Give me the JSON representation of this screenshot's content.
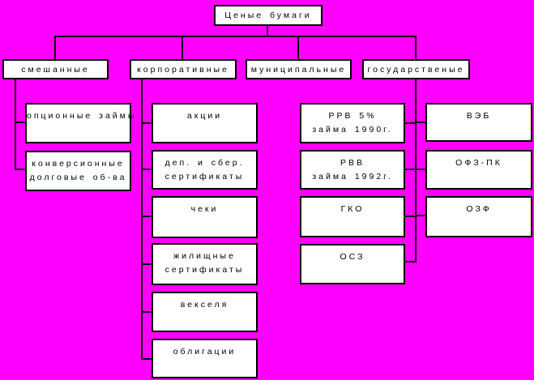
{
  "colors": {
    "background": "#FF00FF",
    "box_fill": "#FFFFFF",
    "line": "#000000",
    "text": "#000000"
  },
  "tree": {
    "root": {
      "label": "Ценые бумаги"
    },
    "branches": [
      {
        "label": "смешанные",
        "children": [
          {
            "lines": [
              "опционные займы"
            ]
          },
          {
            "lines": [
              "конверсионные",
              "долговые об-ва"
            ]
          }
        ]
      },
      {
        "label": "корпоративные",
        "children": [
          {
            "lines": [
              "акции"
            ]
          },
          {
            "lines": [
              "деп. и сбер.",
              "сертификаты"
            ]
          },
          {
            "lines": [
              "чеки"
            ]
          },
          {
            "lines": [
              "жилищные",
              "сертификаты"
            ]
          },
          {
            "lines": [
              "векселя"
            ]
          },
          {
            "lines": [
              "облигации"
            ]
          }
        ]
      },
      {
        "label": "муниципальные",
        "children": []
      },
      {
        "label": "государственые",
        "children_left": [
          {
            "lines": [
              "РРВ 5%",
              "займа 1990г."
            ]
          },
          {
            "lines": [
              "РВВ",
              "займа 1992г."
            ]
          },
          {
            "lines": [
              "ГКО"
            ]
          },
          {
            "lines": [
              "ОСЗ"
            ]
          }
        ],
        "children_right": [
          {
            "lines": [
              "ВЭБ"
            ]
          },
          {
            "lines": [
              "ОФЗ-ПК"
            ]
          },
          {
            "lines": [
              "ОЗФ"
            ]
          }
        ]
      }
    ]
  }
}
